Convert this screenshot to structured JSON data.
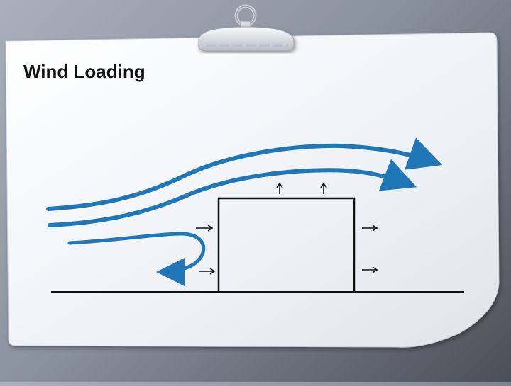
{
  "slide": {
    "title": "Wind Loading"
  },
  "colors": {
    "background": "#8a929e",
    "paper": "#f2f4f7",
    "wind_stream": "#1f77b8",
    "building_outline": "#111111"
  },
  "diagram": {
    "icons": [
      "paper-clip-icon"
    ],
    "force_arrows": {
      "roof_uplift_count": 2,
      "windward_push_count": 2,
      "leeward_suction_count": 2
    },
    "wind_streams_count": 3
  }
}
